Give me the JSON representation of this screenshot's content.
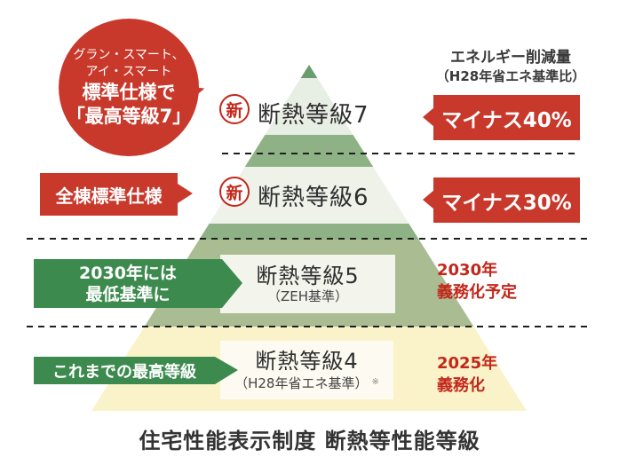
{
  "colors": {
    "red": "#c8392c",
    "red_accent": "#c3271b",
    "green_arrow": "#3c8a4e",
    "pyramid_tip": "#6a9d6d",
    "pyramid_band": "#8eb286",
    "level7_bg": "#e7eee3",
    "level6_bg": "#eef2e9",
    "level5_bg": "#a9bc92",
    "level4_bg": "#faf3c9",
    "text_dark": "#333333"
  },
  "bubble": {
    "line1": "グラン・スマート、",
    "line2": "アイ・スマート",
    "line3": "標準仕様で",
    "line4": "「最高等級7」"
  },
  "callouts": {
    "zento": "全棟標準仕様",
    "y2030_line1": "2030年には",
    "y2030_line2": "最低基準に",
    "koremade": "これまでの最高等級"
  },
  "energy": {
    "header_line1": "エネルギー削減量",
    "header_line2": "（H28年省エネ基準比）",
    "minus40": "マイナス40%",
    "minus30": "マイナス30%"
  },
  "obligations": {
    "y2030_line1": "2030年",
    "y2030_line2": "義務化予定",
    "y2025_line1": "2025年",
    "y2025_line2": "義務化"
  },
  "levels": {
    "l7": {
      "badge": "新",
      "label": "断熱等級7"
    },
    "l6": {
      "badge": "新",
      "label": "断熱等級6"
    },
    "l5": {
      "label": "断熱等級5",
      "sub": "（ZEH基準）"
    },
    "l4": {
      "label": "断熱等級4",
      "sub": "（H28年省エネ基準）",
      "note": "※"
    }
  },
  "caption": "住宅性能表示制度 断熱等性能等級"
}
